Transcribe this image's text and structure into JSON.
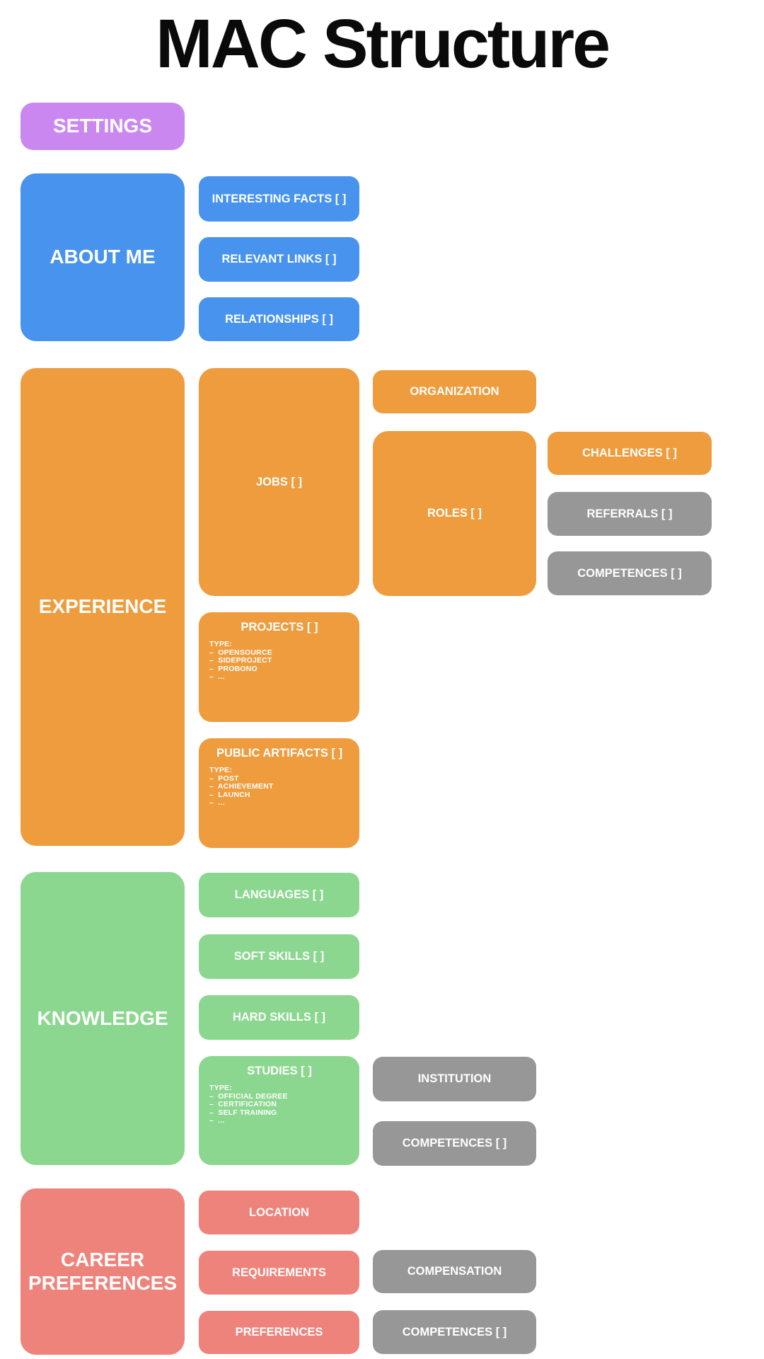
{
  "page": {
    "title": "MAC Structure"
  },
  "palette": {
    "purple": "#cb87f0",
    "blue": "#4793ed",
    "orange": "#ee9c3d",
    "green": "#8bd78f",
    "salmon": "#ee837c",
    "gray": "#979797",
    "block_text": "#ffffff",
    "title_text": "#0a0a0a",
    "background": "#ffffff"
  },
  "settings": {
    "label": "SETTINGS"
  },
  "about_me": {
    "label": "ABOUT ME",
    "interesting_facts": {
      "label": "INTERESTING FACTS [ ]"
    },
    "relevant_links": {
      "label": "RELEVANT LINKS [ ]"
    },
    "relationships": {
      "label": "RELATIONSHIPS [ ]"
    }
  },
  "experience": {
    "label": "EXPERIENCE",
    "jobs": {
      "label": "JOBS [ ]"
    },
    "organization": {
      "label": "ORGANIZATION"
    },
    "roles": {
      "label": "ROLES [ ]"
    },
    "challenges": {
      "label": "CHALLENGES [ ]"
    },
    "referrals": {
      "label": "REFERRALS [ ]"
    },
    "competences": {
      "label": "COMPETENCES [ ]"
    },
    "projects": {
      "label": "PROJECTS [ ]",
      "type_heading": "TYPE:",
      "types": [
        "–  OPENSOURCE",
        "–  SIDEPROJECT",
        "–  PROBONO",
        "–  ..."
      ]
    },
    "public_artifacts": {
      "label": "PUBLIC ARTIFACTS [ ]",
      "type_heading": "TYPE:",
      "types": [
        "–  POST",
        "–  ACHIEVEMENT",
        "–  LAUNCH",
        "–  ..."
      ]
    }
  },
  "knowledge": {
    "label": "KNOWLEDGE",
    "languages": {
      "label": "LANGUAGES [ ]"
    },
    "soft_skills": {
      "label": "SOFT SKILLS [ ]"
    },
    "hard_skills": {
      "label": "HARD SKILLS [ ]"
    },
    "studies": {
      "label": "STUDIES [ ]",
      "type_heading": "TYPE:",
      "types": [
        "–  OFFICIAL DEGREE",
        "–  CERTIFICATION",
        "–  SELF TRAINING",
        "–  ..."
      ]
    },
    "institution": {
      "label": "INSTITUTION"
    },
    "competences": {
      "label": "COMPETENCES [ ]"
    }
  },
  "career_preferences": {
    "label": "CAREER PREFERENCES",
    "location": {
      "label": "LOCATION"
    },
    "requirements": {
      "label": "REQUIREMENTS"
    },
    "preferences": {
      "label": "PREFERENCES"
    },
    "compensation": {
      "label": "COMPENSATION"
    },
    "competences": {
      "label": "COMPETENCES [ ]"
    }
  }
}
